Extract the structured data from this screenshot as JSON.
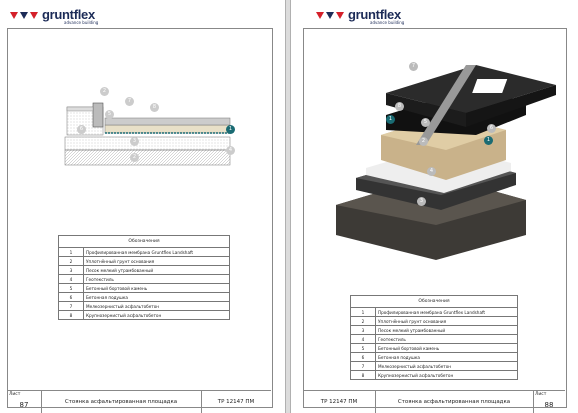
{
  "brand": {
    "name": "gruntflex",
    "tagline": "advance building"
  },
  "left_page": {
    "table_header": "Обозначения",
    "legend": [
      {
        "num": "1",
        "text": "Профилированная мембрана Gruntflex Landshaft"
      },
      {
        "num": "2",
        "text": "Уплотнённый грунт основания"
      },
      {
        "num": "3",
        "text": "Песок мелкий утрамбованный"
      },
      {
        "num": "4",
        "text": "Геотекстиль"
      },
      {
        "num": "5",
        "text": "Бетонный бортовой камень"
      },
      {
        "num": "6",
        "text": "Бетонная подушка"
      },
      {
        "num": "7",
        "text": "Мелкозернистый асфальтобетон"
      },
      {
        "num": "8",
        "text": "Крупнозернистый асфальтобетон"
      }
    ],
    "markers": [
      "1",
      "2",
      "3",
      "4",
      "5",
      "6",
      "7",
      "8"
    ],
    "footer": {
      "sheet_label": "Лист",
      "sheet_num": "87",
      "title": "Стоянка асфальтированная площадка",
      "code": "ТР 12147 ПМ"
    }
  },
  "right_page": {
    "table_header": "Обозначения",
    "legend": [
      {
        "num": "1",
        "text": "Профилированная мембрана Gruntflex Landshaft"
      },
      {
        "num": "2",
        "text": "Уплотнённый грунт основания"
      },
      {
        "num": "3",
        "text": "Песок мелкий утрамбованный"
      },
      {
        "num": "4",
        "text": "Геотекстиль"
      },
      {
        "num": "5",
        "text": "Бетонный бортовой камень"
      },
      {
        "num": "6",
        "text": "Бетонная подушка"
      },
      {
        "num": "7",
        "text": "Мелкозернистый асфальтобетон"
      },
      {
        "num": "8",
        "text": "Крупнозернистый асфальтобетон"
      }
    ],
    "markers": [
      "1",
      "2",
      "3",
      "4",
      "5",
      "6",
      "7",
      "8"
    ],
    "footer": {
      "code": "ТР 12147 ПМ",
      "title": "Стоянка асфальтированная площадка",
      "sheet_label": "Лист",
      "sheet_num": "88"
    }
  },
  "colors": {
    "accent_teal": "#1a6b73",
    "brand_navy": "#1c2b57",
    "brand_red": "#d4202a"
  }
}
